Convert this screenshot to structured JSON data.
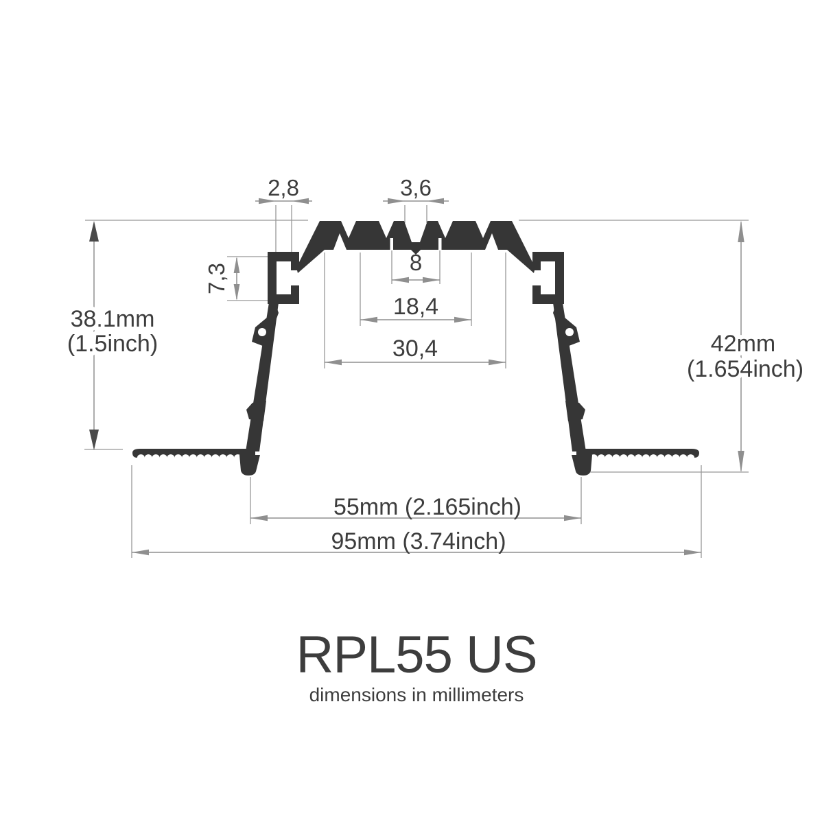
{
  "drawing": {
    "title": "RPL55 US",
    "subtitle": "dimensions in millimeters",
    "dimensions": {
      "lip_thickness": "2,8",
      "center_groove": "3,6",
      "recess_depth_mm": "38.1mm",
      "recess_depth_inch": "(1.5inch)",
      "clip_channel_height": "7,3",
      "center_slot_spacing": "8",
      "inner_track_width": "18,4",
      "mounting_face_width": "30,4",
      "overall_height_mm": "42mm",
      "overall_height_inch": "(1.654inch)",
      "opening_width": "55mm (2.165inch)",
      "overall_width": "95mm (3.74inch)"
    },
    "colors": {
      "profile": "#363636",
      "dimension_lines": "#8f8f8f",
      "dark_arrows": "#4a4a4a",
      "text": "#3d3d3d",
      "background": "#ffffff"
    }
  }
}
